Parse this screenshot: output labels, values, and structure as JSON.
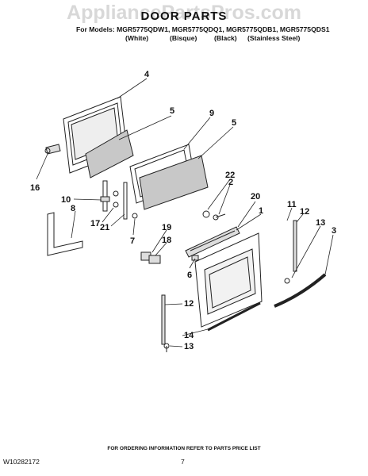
{
  "watermark": "AppliancePartsPros.com",
  "title": "DOOR PARTS",
  "models_line": "For Models: MGR5775QDW1, MGR5775QDQ1, MGR5775QDB1, MGR5775QDS1",
  "finishes": [
    "(White)",
    "(Bisque)",
    "(Black)",
    "(Stainless Steel)"
  ],
  "callouts": [
    "4",
    "5",
    "9",
    "5",
    "16",
    "10",
    "17",
    "8",
    "21",
    "7",
    "22",
    "2",
    "20",
    "11",
    "12",
    "1",
    "13",
    "3",
    "19",
    "18",
    "6",
    "12",
    "14",
    "13"
  ],
  "footer_note": "FOR ORDERING INFORMATION REFER TO PARTS PRICE LIST",
  "doc_id": "W10282172",
  "page_number": "7",
  "colors": {
    "line": "#222222",
    "watermark": "#d8d8d8",
    "panel_gray": "#c8c8c8"
  }
}
